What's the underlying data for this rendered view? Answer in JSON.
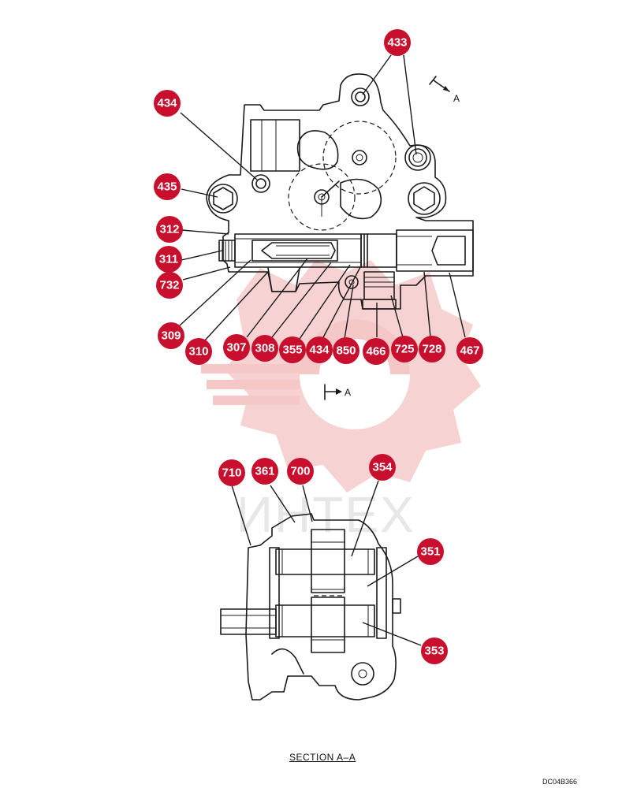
{
  "watermark": {
    "text": "ИНТЕХ",
    "gear_color": "#f5c7c7",
    "text_color": "#e7e7e7"
  },
  "colors": {
    "bubble": "#c8102e",
    "bubble_text": "#ffffff",
    "line": "#1a1a1a"
  },
  "section_marks": {
    "top_right": "A",
    "middle": "A"
  },
  "section_title": "SECTION  A–A",
  "document_code": "DC04B366",
  "callouts": {
    "top_view": [
      "433",
      "434",
      "435",
      "312",
      "311",
      "732",
      "309",
      "310",
      "307",
      "308",
      "355",
      "434",
      "850",
      "466",
      "725",
      "728",
      "467"
    ],
    "section_view": [
      "710",
      "361",
      "700",
      "354",
      "351",
      "353"
    ]
  }
}
